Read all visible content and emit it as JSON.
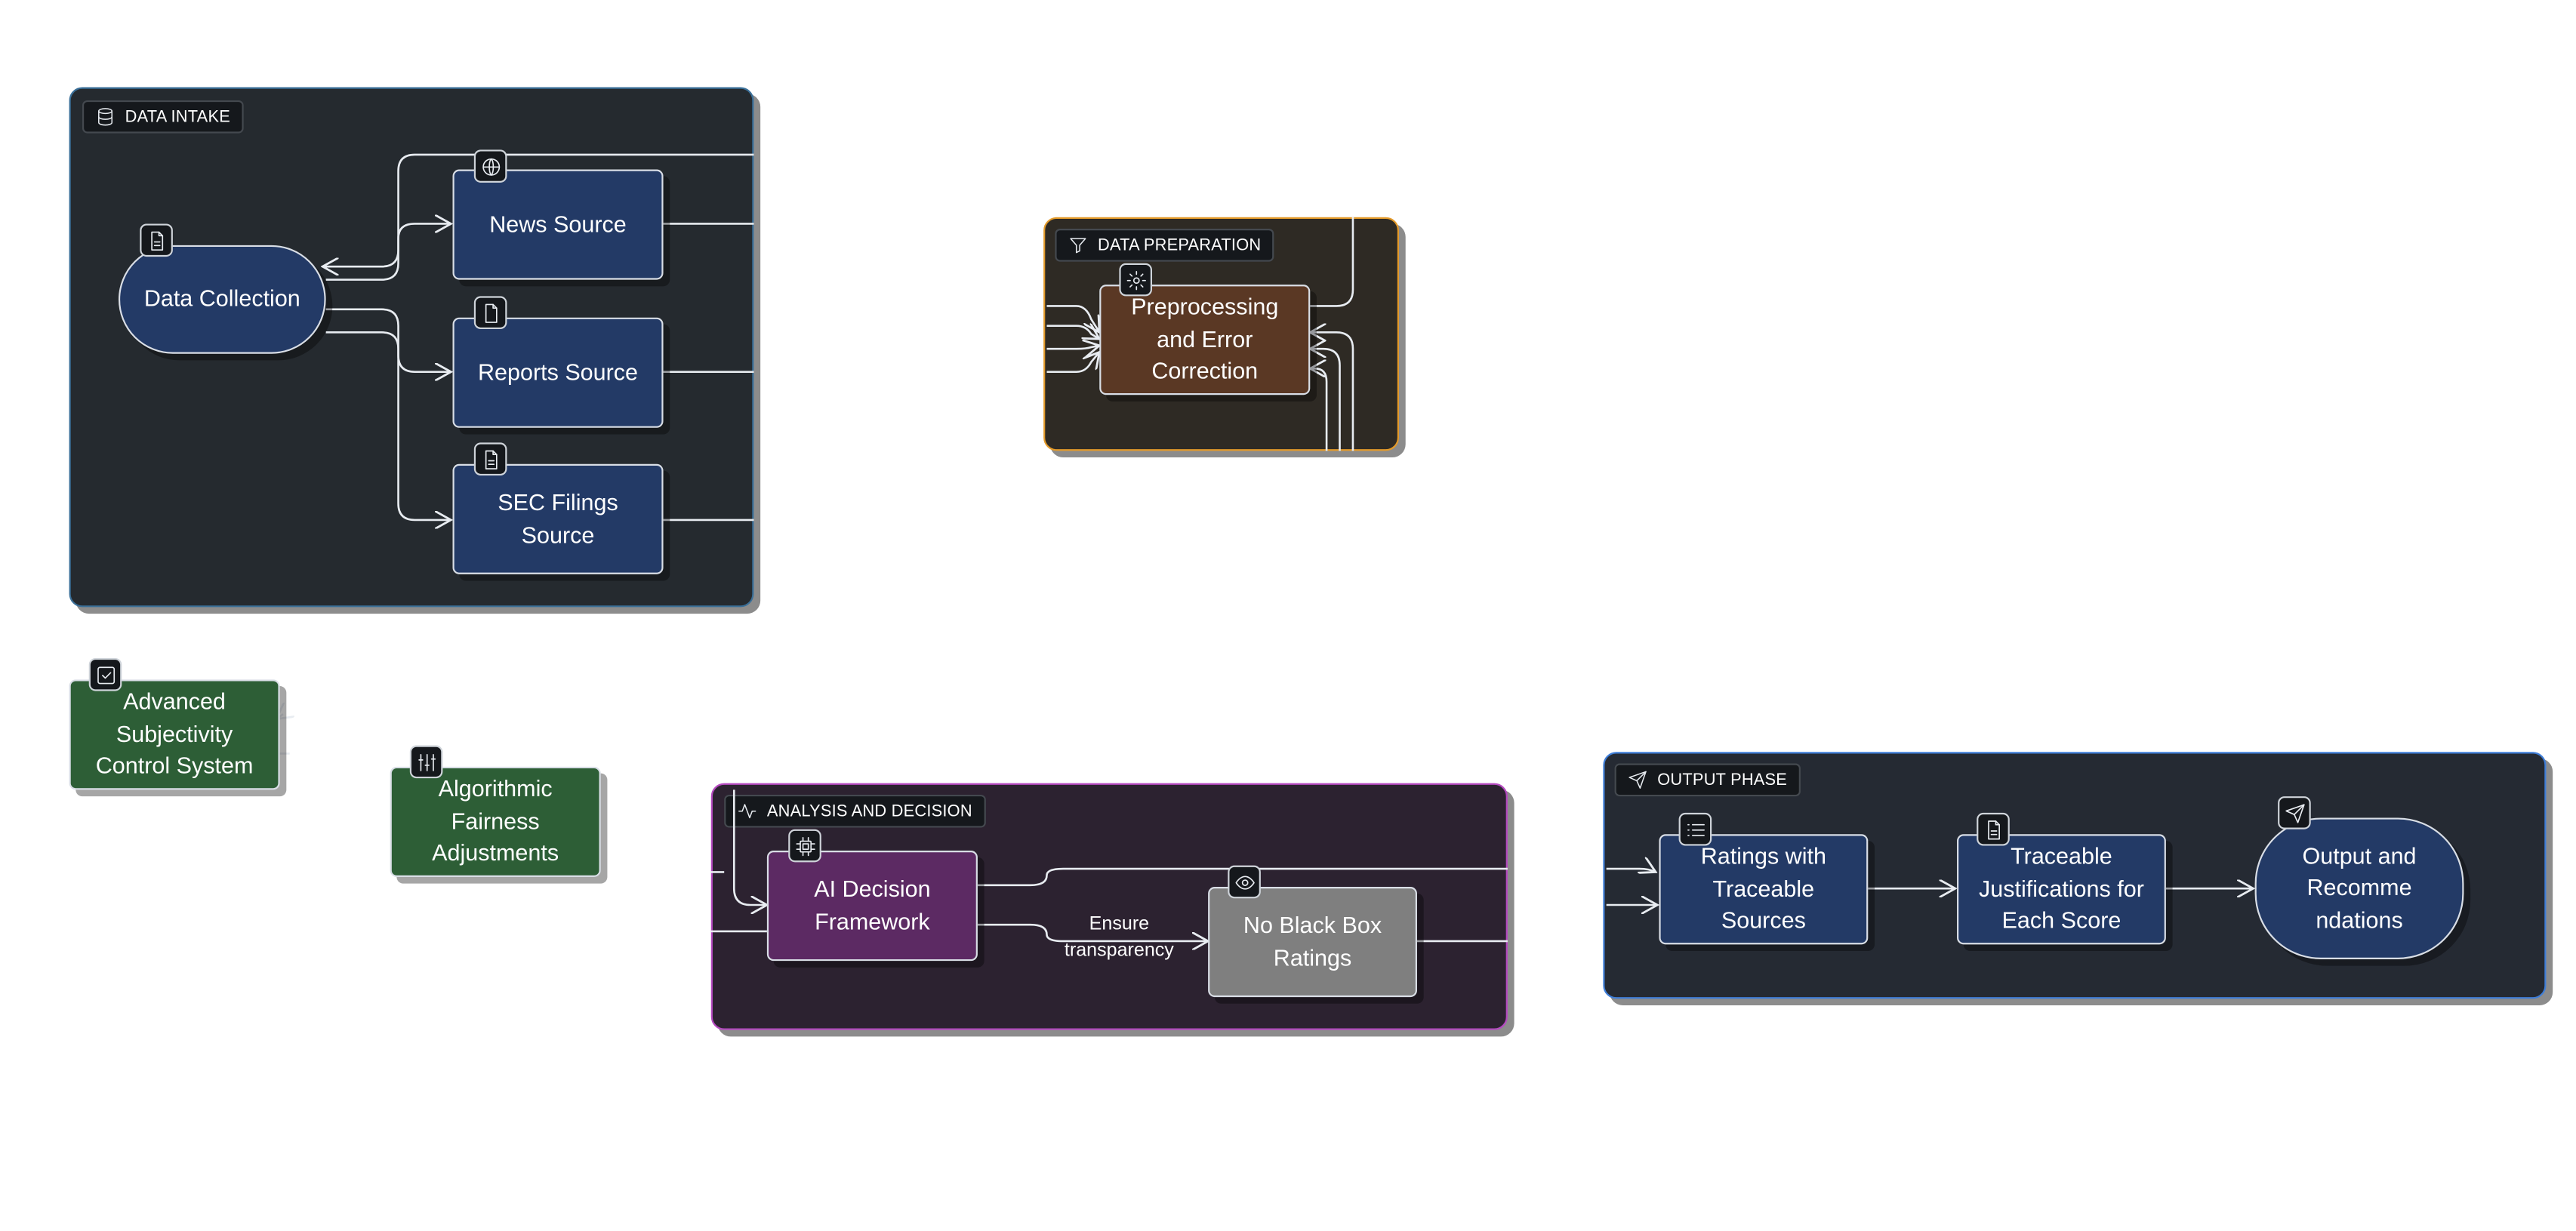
{
  "clusters": {
    "intake": {
      "label": "DATA INTAKE",
      "icon": "database-icon",
      "border": "#3a6f98"
    },
    "prep": {
      "label": "DATA PREPARATION",
      "icon": "filter-icon",
      "border": "#e39a2a"
    },
    "analysis": {
      "label": "ANALYSIS AND DECISION",
      "icon": "activity-icon",
      "border": "#b54ac0"
    },
    "output": {
      "label": "OUTPUT PHASE",
      "icon": "send-icon",
      "border": "#3f7ed8"
    }
  },
  "nodes": {
    "data_collection": "Data Collection",
    "news_source": "News Source",
    "reports_source": "Reports Source",
    "sec_filings": "SEC Filings\nSource",
    "preprocessing": "Preprocessing\nand Error\nCorrection",
    "subjectivity": "Advanced\nSubjectivity\nControl System",
    "fairness": "Algorithmic\nFairness\nAdjustments",
    "ai_decision": "AI Decision\nFramework",
    "no_black_box": "No Black Box\nRatings",
    "ratings": "Ratings with\nTraceable\nSources",
    "justifications": "Traceable\nJustifications for\nEach Score",
    "output": "Output and\nRecomme\nndations"
  },
  "edge_labels": {
    "ensure_transparency": "Ensure\ntransparency"
  },
  "colors": {
    "blue_node": "#233a66",
    "green_node": "#2d5e36",
    "brown_node": "#5a3824",
    "purple_node": "#5c2a63",
    "grey_node": "#7f7f7f"
  }
}
